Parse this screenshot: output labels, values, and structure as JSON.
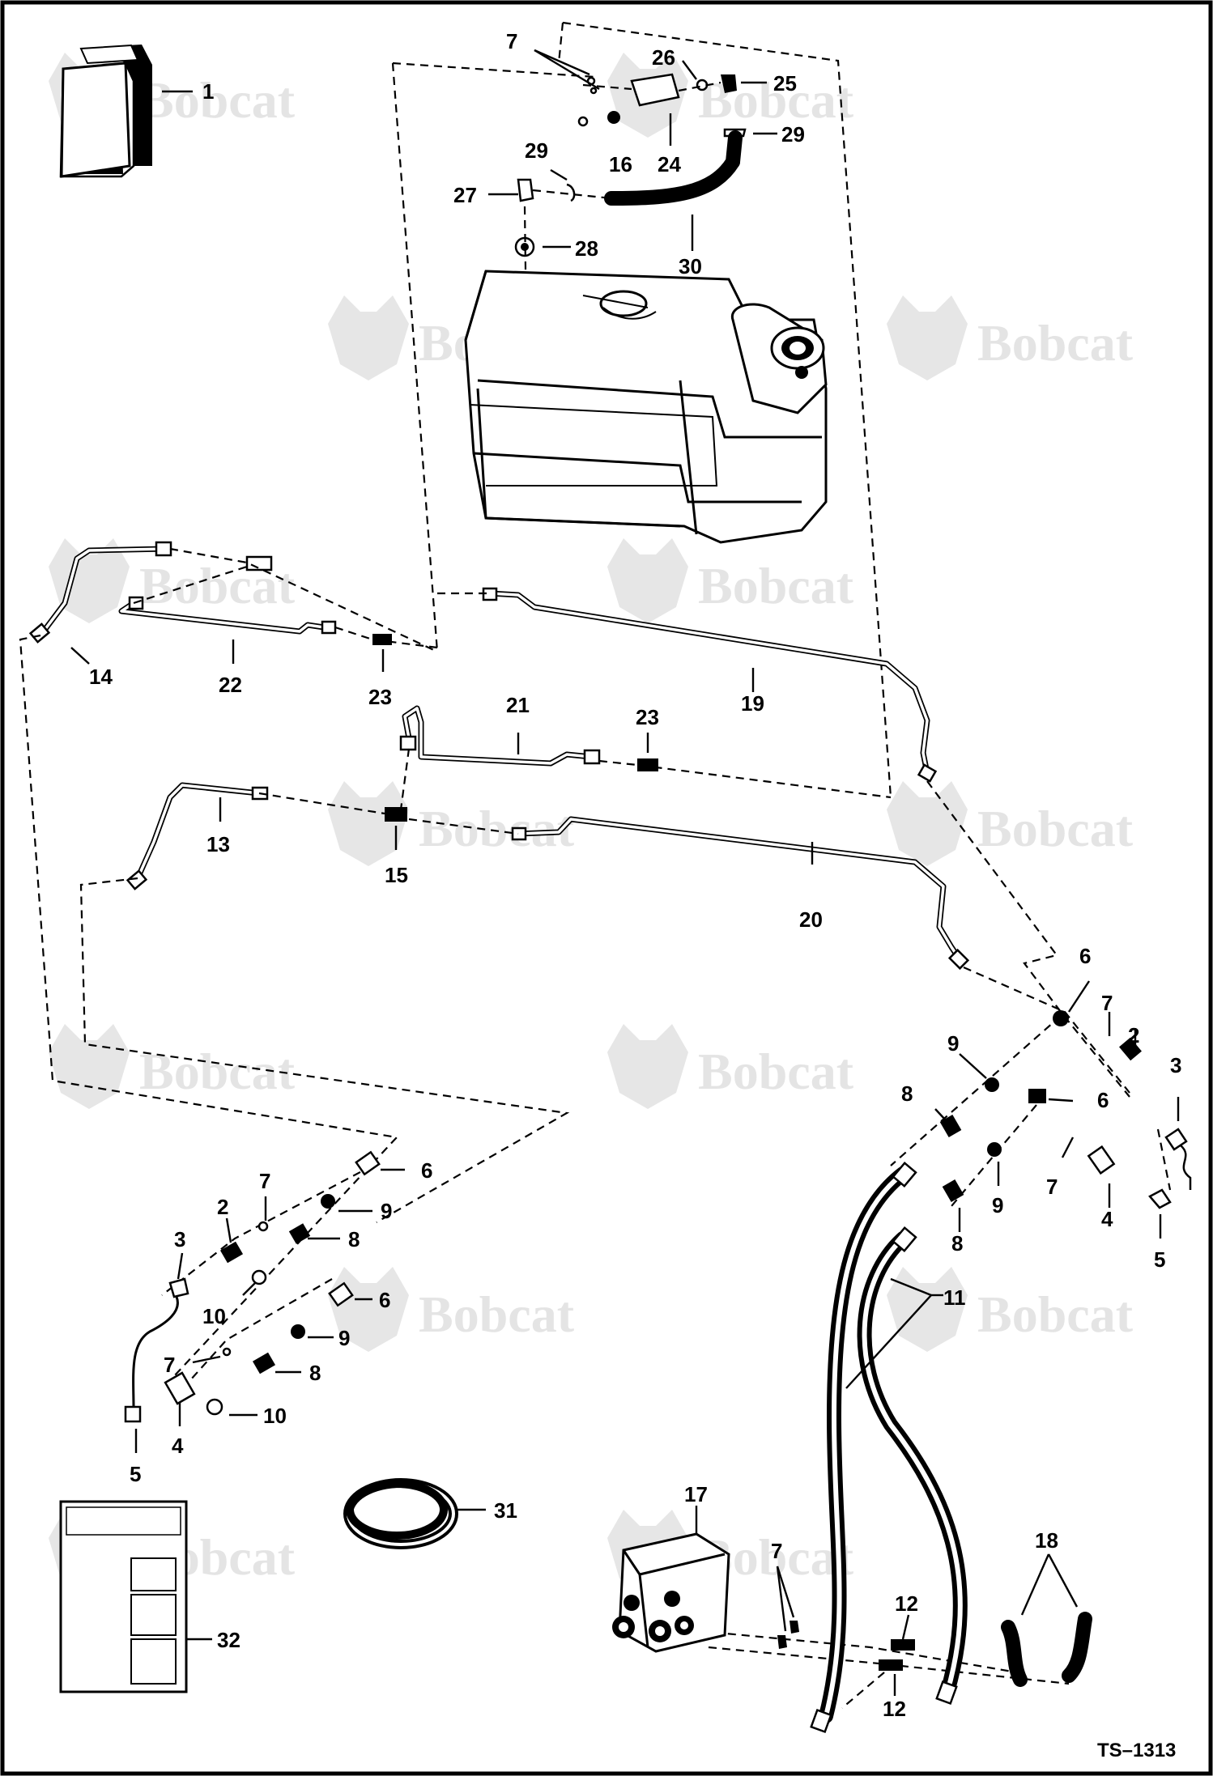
{
  "watermark": "Bobcat",
  "figure_ref": "TS–1313",
  "callouts": [
    "1",
    "2",
    "3",
    "4",
    "5",
    "6",
    "7",
    "8",
    "9",
    "10",
    "11",
    "12",
    "13",
    "14",
    "15",
    "16",
    "17",
    "18",
    "19",
    "20",
    "21",
    "22",
    "23",
    "24",
    "25",
    "26",
    "27",
    "28",
    "29",
    "30",
    "31",
    "32"
  ],
  "colors": {
    "line": "#000000",
    "background": "#ffffff",
    "watermark": "#e4e4e4"
  }
}
